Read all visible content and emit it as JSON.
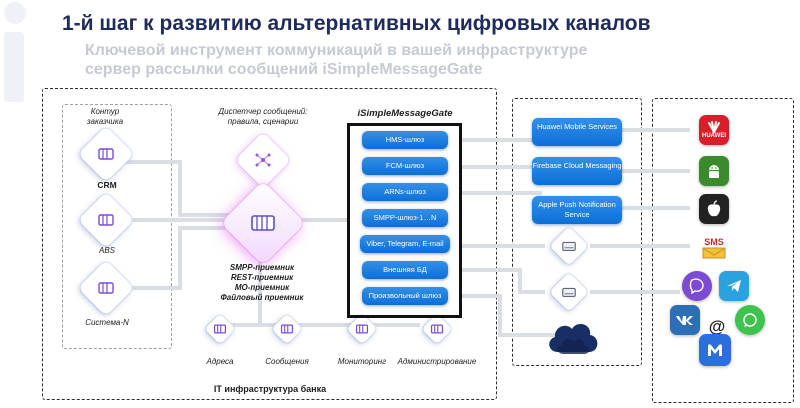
{
  "header": {
    "title": "1-й шаг к развитию альтернативных цифровых каналов",
    "subtitle_line1": "Ключевой инструмент коммуникаций в вашей инфраструктуре",
    "subtitle_line2": "сервер рассылки сообщений iSimpleMessageGate"
  },
  "bank": {
    "label": "IT инфраструктура банка",
    "customer_contour_line1": "Контур",
    "customer_contour_line2": "заказчика",
    "systems": [
      "CRM",
      "ABS",
      "Система-N"
    ],
    "dispatcher_line1": "Диспетчер сообщений:",
    "dispatcher_line2": "правила, сценарии",
    "receivers": [
      "SMPP-приемник",
      "REST-приемник",
      "MO-приемник",
      "Файловый приемник"
    ],
    "modules": [
      "Адреса",
      "Сообщения",
      "Мониторинг",
      "Администрирование"
    ]
  },
  "gate": {
    "title": "iSimpleMessageGate",
    "gateways": [
      "HMS-шлюз",
      "FCM-шлюз",
      "ARNs-шлюз",
      "SMPP-шлюз-1…N",
      "Viber, Telegram, E-mail",
      "Внешняя БД",
      "Произвольный шлюз"
    ]
  },
  "services": {
    "huawei": "Huawei Mobile Services",
    "firebase": "Firebase Cloud Messaging",
    "apple": "Apple Push Notification Service"
  },
  "channels": {
    "huawei_badge": "HUAWEI",
    "sms_badge": "SMS",
    "email_symbol": "@"
  },
  "colors": {
    "title": "#1e2b5c",
    "subtitle": "#c5cad3",
    "pill": "#1677e0",
    "connector": "#d9dde4",
    "glow": "#d950e6"
  },
  "icons": [
    "server-icon",
    "network-icon",
    "storage-icon",
    "cloud-icon",
    "android-icon",
    "apple-icon",
    "viber-icon",
    "telegram-icon",
    "vk-icon",
    "email-icon",
    "whatsapp-icon",
    "max-icon"
  ]
}
